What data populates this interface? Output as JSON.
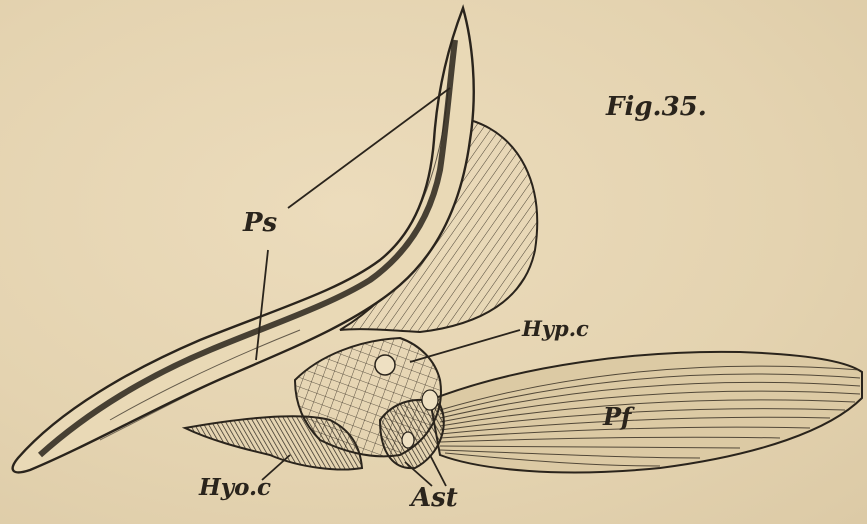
{
  "figure": {
    "title": "Fig.35.",
    "labels": {
      "ps": "Ps",
      "hyp_c": "Hyp.c",
      "pf": "Pf",
      "hyo_c": "Hyo.c",
      "ast": "Ast"
    }
  },
  "colors": {
    "paper": "#e6d6b4",
    "ink": "#2a241c"
  }
}
